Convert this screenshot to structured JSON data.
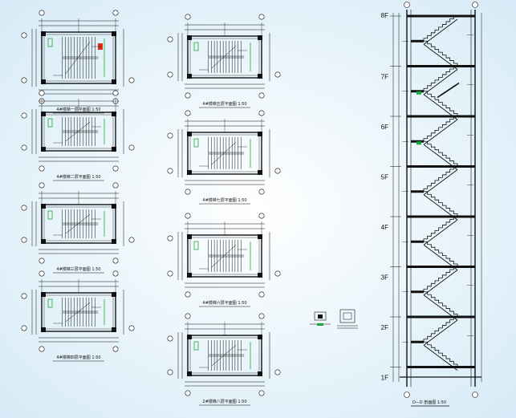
{
  "plans": [
    {
      "title": "4#楼梯一层平面图 1:50"
    },
    {
      "title": "4#楼梯二层平面图 1:50"
    },
    {
      "title": "4#楼梯三层平面图 1:50"
    },
    {
      "title": "4#楼梯四层平面图 1:50"
    },
    {
      "title": "4#楼梯五层平面图 1:50"
    },
    {
      "title": "4#楼梯七层平面图 1:50"
    },
    {
      "title": "4#楼梯六层平面图 1:50"
    },
    {
      "title": "2#楼梯八层平面图 1:50"
    }
  ],
  "section": {
    "title": "D—D 剖面图 1:50",
    "floors": [
      "8F",
      "7F",
      "6F",
      "5F",
      "4F",
      "3F",
      "2F",
      "1F"
    ]
  },
  "colors": {
    "background": "#dceef8",
    "line": "#111111",
    "accent_green": "#1aa83a",
    "accent_red": "#d9301f"
  }
}
